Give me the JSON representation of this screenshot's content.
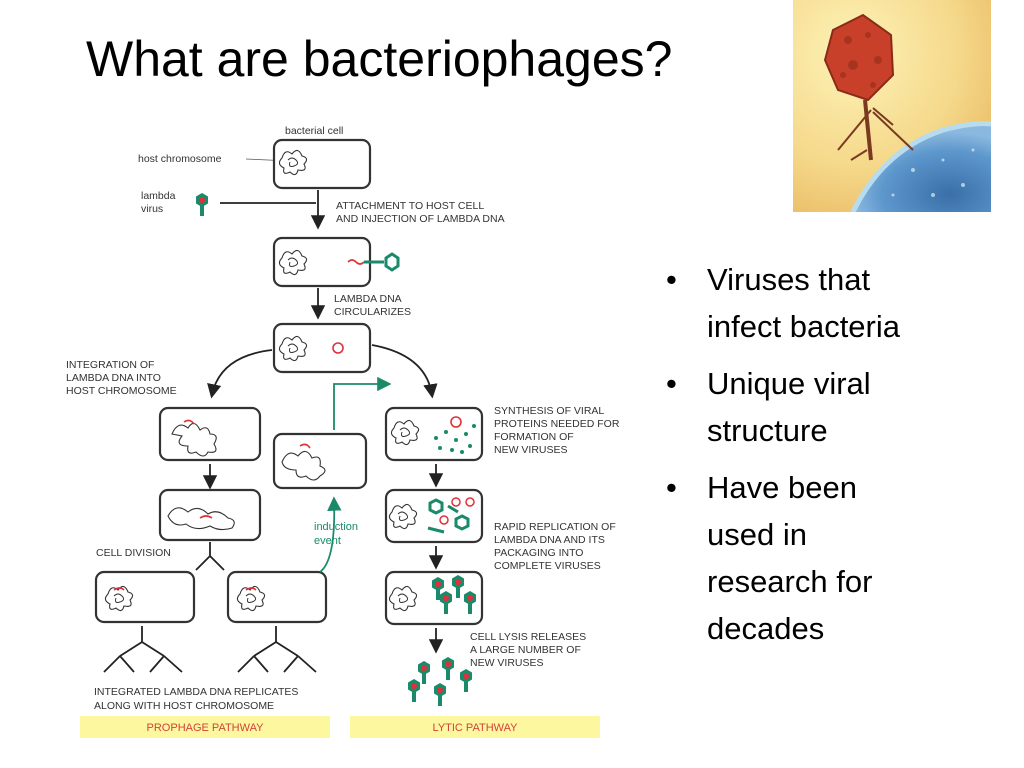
{
  "title": "What are bacteriophages?",
  "bullets": [
    {
      "line1": "Viruses that",
      "line2": "infect bacteria"
    },
    {
      "line1": "Unique viral",
      "line2": "structure"
    },
    {
      "line1": "Have been",
      "line2": "used in",
      "line3": "research for",
      "line4": "decades"
    }
  ],
  "bullet_glyph": "•",
  "diagram": {
    "bacterial_cell": "bacterial cell",
    "host_chromosome": "host chromosome",
    "lambda_virus_1": "lambda",
    "lambda_virus_2": "virus",
    "attachment_1": "ATTACHMENT TO HOST CELL",
    "attachment_2": "AND INJECTION OF LAMBDA DNA",
    "circularizes_1": "LAMBDA DNA",
    "circularizes_2": "CIRCULARIZES",
    "integration_1": "INTEGRATION OF",
    "integration_2": "LAMBDA DNA INTO",
    "integration_3": "HOST CHROMOSOME",
    "synthesis_1": "SYNTHESIS OF VIRAL",
    "synthesis_2": "PROTEINS NEEDED FOR",
    "synthesis_3": "FORMATION OF",
    "synthesis_4": "NEW VIRUSES",
    "induction_1": "induction",
    "induction_2": "event",
    "replication_1": "RAPID REPLICATION OF",
    "replication_2": "LAMBDA DNA AND ITS",
    "replication_3": "PACKAGING INTO",
    "replication_4": "COMPLETE VIRUSES",
    "cell_division": "CELL DIVISION",
    "lysis_1": "CELL LYSIS RELEASES",
    "lysis_2": "A LARGE NUMBER OF",
    "lysis_3": "NEW VIRUSES",
    "integrated_1": "INTEGRATED LAMBDA DNA REPLICATES",
    "integrated_2": "ALONG WITH HOST CHROMOSOME",
    "prophage_band": "PROPHAGE PATHWAY",
    "lytic_band": "LYTIC PATHWAY"
  },
  "colors": {
    "phage_green": "#1a8a6a",
    "dna_red": "#e0303a",
    "band_yellow": "#fdf7a0",
    "band_text": "#d0443a"
  }
}
